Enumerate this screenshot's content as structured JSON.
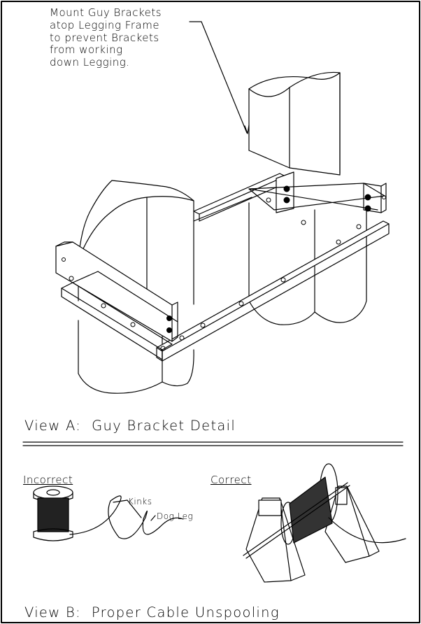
{
  "view_a": {
    "note": "Mount Guy Brackets\natop Legging Frame\nto prevent Brackets\nfrom working\ndown Legging.",
    "caption": "View A:  Guy Bracket Detail"
  },
  "view_b": {
    "incorrect_label": "Incorrect",
    "correct_label": "Correct",
    "kinks_label": "Kinks",
    "dog_leg_label": "Dog Leg",
    "caption": "View B:  Proper Cable Unspooling"
  }
}
